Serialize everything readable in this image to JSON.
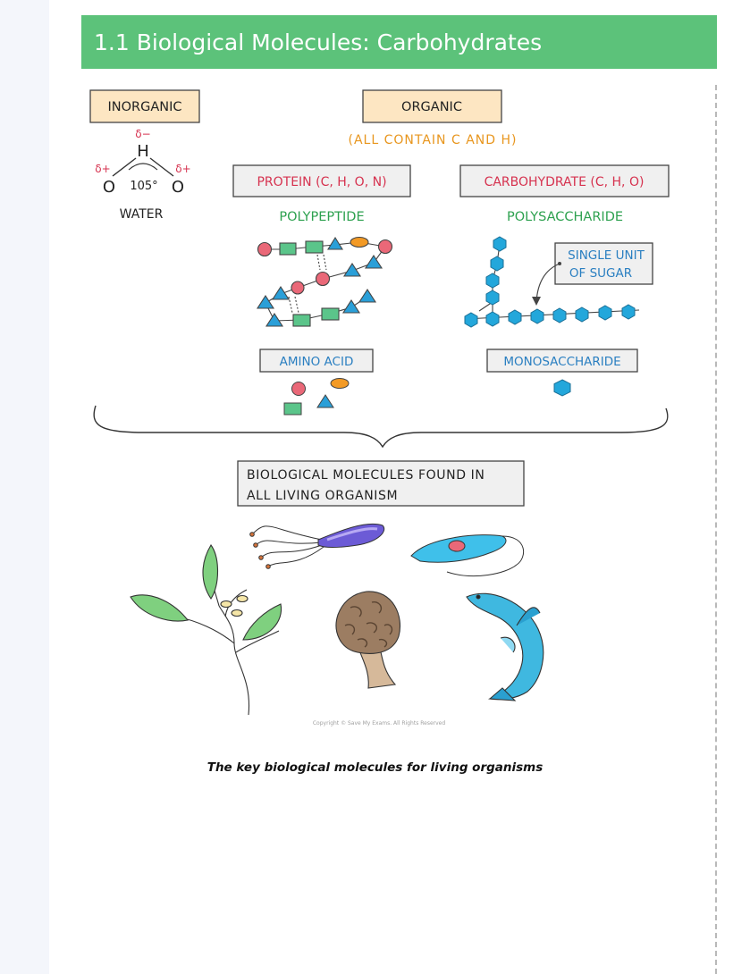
{
  "title": "1.1 Biological Molecules: Carbohydrates",
  "diagram": {
    "inorganic_label": "INORGANIC",
    "organic_label": "ORGANIC",
    "organic_note": "(ALL CONTAIN C AND H)",
    "water": {
      "delta_minus": "δ−",
      "delta_plus": "δ+",
      "hydrogen": "H",
      "oxygen": "O",
      "angle": "105°",
      "label": "WATER"
    },
    "protein_label": "PROTEIN (C, H, O, N)",
    "carbohydrate_label": "CARBOHYDRATE (C, H, O)",
    "polypeptide_label": "POLYPEPTIDE",
    "polysaccharide_label": "POLYSACCHARIDE",
    "single_unit_line1": "SINGLE UNIT",
    "single_unit_line2": "OF SUGAR",
    "amino_acid_label": "AMINO ACID",
    "monosaccharide_label": "MONOSACCHARIDE",
    "bio_molecules_line1": "BIOLOGICAL MOLECULES FOUND IN",
    "bio_molecules_line2": "ALL LIVING ORGANISM",
    "copyright": "Copyright © Save My Exams. All Rights Reserved"
  },
  "caption": "The key biological molecules for living organisms",
  "colors": {
    "title_bg": "#5cc27a",
    "label_bg": "#fde6c2",
    "protein_red": "#d6324f",
    "green": "#2da14f",
    "blue": "#2a7fc1",
    "orange": "#e8961e",
    "hexagon": "#23a7db",
    "red_circle": "#ea6878",
    "green_rect": "#5bc58a",
    "orange_oval": "#f39a25"
  }
}
